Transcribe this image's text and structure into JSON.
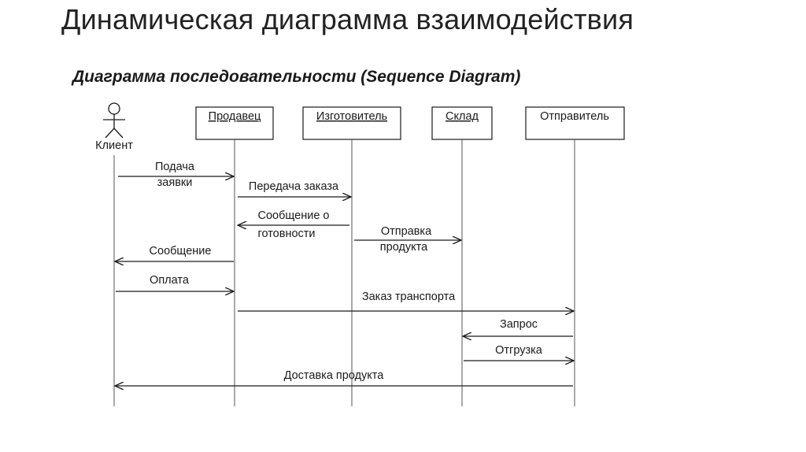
{
  "title": "Динамическая диаграмма взаимодействия",
  "subtitle": "Диаграмма последовательности (Sequence Diagram)",
  "actor": {
    "label": "Клиент",
    "icon": "stick-figure-icon"
  },
  "lifelines": [
    {
      "id": "seller",
      "label": "Продавец"
    },
    {
      "id": "maker",
      "label": "Изготовитель"
    },
    {
      "id": "warehouse",
      "label": "Склад"
    },
    {
      "id": "sender",
      "label": "Отправитель"
    }
  ],
  "messages": [
    {
      "from": "client",
      "to": "seller",
      "lines": [
        "Подача",
        "заявки"
      ]
    },
    {
      "from": "seller",
      "to": "maker",
      "lines": [
        "Передача заказа"
      ]
    },
    {
      "from": "maker",
      "to": "seller",
      "lines": [
        "Сообщение о",
        "готовности"
      ]
    },
    {
      "from": "maker",
      "to": "warehouse",
      "lines": [
        "Отправка",
        "продукта"
      ]
    },
    {
      "from": "seller",
      "to": "client",
      "lines": [
        "Сообщение"
      ]
    },
    {
      "from": "client",
      "to": "seller",
      "lines": [
        "Оплата"
      ]
    },
    {
      "from": "seller",
      "to": "sender",
      "lines": [
        "Заказ транспорта"
      ]
    },
    {
      "from": "sender",
      "to": "warehouse",
      "lines": [
        "Запрос"
      ]
    },
    {
      "from": "warehouse",
      "to": "sender",
      "lines": [
        "Отгрузка"
      ]
    },
    {
      "from": "sender",
      "to": "client",
      "lines": [
        "Доставка продукта"
      ]
    }
  ]
}
